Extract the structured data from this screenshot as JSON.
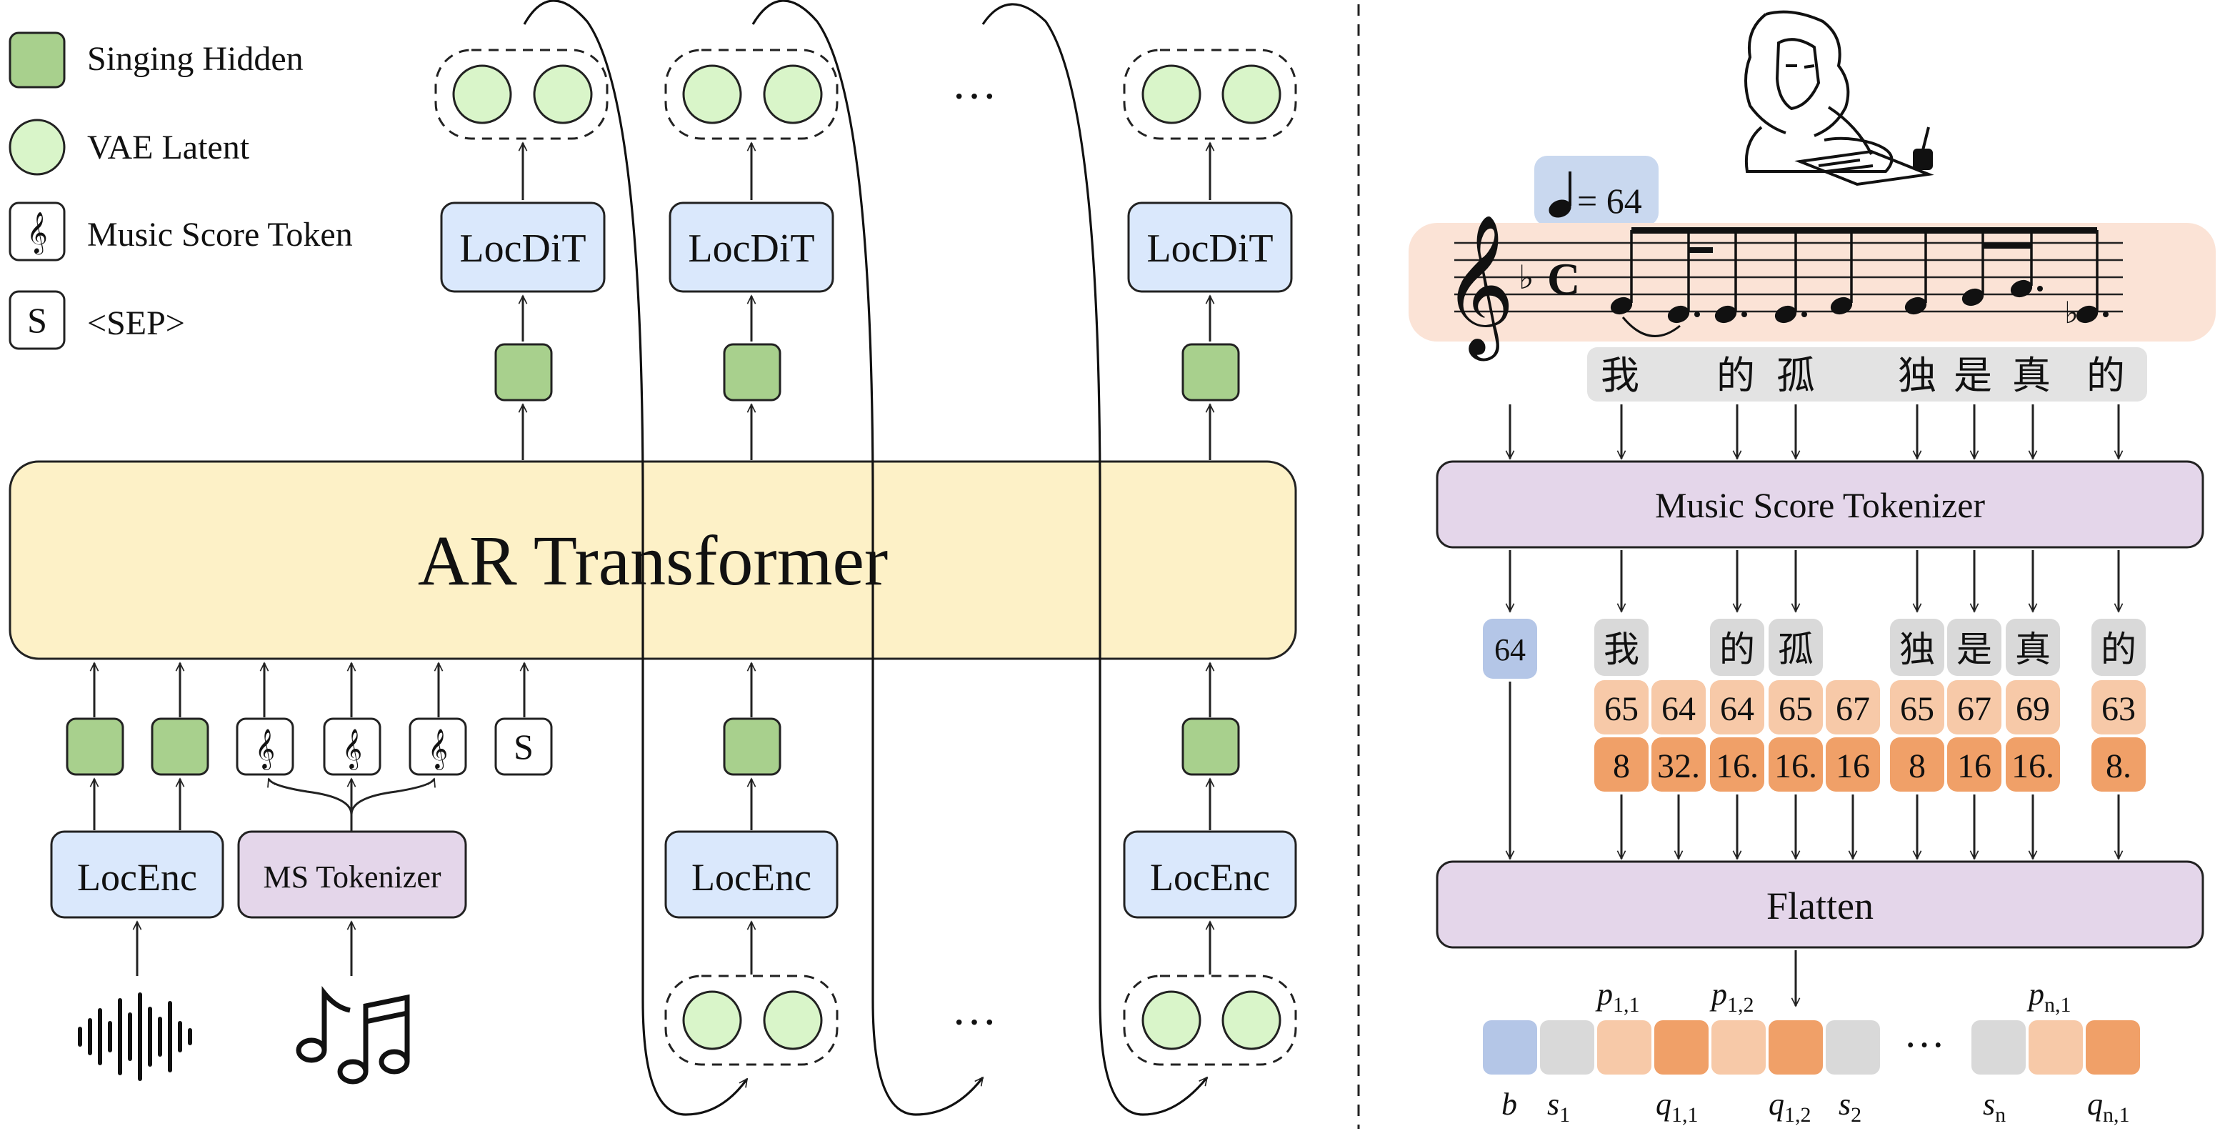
{
  "legend": {
    "singing_hidden": "Singing Hidden",
    "vae_latent": "VAE Latent",
    "music_score_token": "Music Score Token",
    "sep": "<SEP>",
    "sep_symbol": "S",
    "clef_symbol": "𝄞"
  },
  "left": {
    "ar_transformer": "AR Transformer",
    "locdit": "LocDiT",
    "locenc": "LocEnc",
    "ms_tokenizer": "MS Tokenizer",
    "ellipsis": "···"
  },
  "right": {
    "tempo_note": "♩",
    "tempo_text": "= 64",
    "lyrics": [
      "我",
      "的",
      "孤",
      "独",
      "是",
      "真",
      "的"
    ],
    "music_score_tokenizer": "Music Score Tokenizer",
    "tempo_token": "64",
    "groups": [
      {
        "char": "我",
        "pitches": [
          "65",
          "64"
        ],
        "durations": [
          "8",
          "32."
        ]
      },
      {
        "char": "的",
        "pitches": [
          "64"
        ],
        "durations": [
          "16."
        ]
      },
      {
        "char": "孤",
        "pitches": [
          "65",
          "67"
        ],
        "durations": [
          "16.",
          "16"
        ]
      },
      {
        "char": "独",
        "pitches": [
          "65"
        ],
        "durations": [
          "8"
        ]
      },
      {
        "char": "是",
        "pitches": [
          "67"
        ],
        "durations": [
          "16"
        ]
      },
      {
        "char": "真",
        "pitches": [
          "69"
        ],
        "durations": [
          "16."
        ]
      },
      {
        "char": "的",
        "pitches": [
          "63"
        ],
        "durations": [
          "8."
        ]
      }
    ],
    "flatten": "Flatten",
    "seq_ellipsis": "···",
    "seq_labels": {
      "b": "b",
      "s1": "s",
      "s1_sub": "1",
      "p11": "p",
      "p11_sub": "1,1",
      "q11": "q",
      "q11_sub": "1,1",
      "p12": "p",
      "p12_sub": "1,2",
      "q12": "q",
      "q12_sub": "1,2",
      "s2": "s",
      "s2_sub": "2",
      "sn": "s",
      "sn_sub": "n",
      "pn1": "p",
      "pn1_sub": "n,1",
      "qn1": "q",
      "qn1_sub": "n,1"
    }
  },
  "colors": {
    "locdit_fill": "#dae8fc",
    "tokenizer_fill": "#e4d6ea",
    "ar_fill": "#fdf1c7",
    "singing_hidden": "#a8d08d",
    "vae_latent": "#d9f5c9",
    "pitch_light": "#f7c9a8",
    "duration_dark": "#f0a068",
    "score_band": "#fbe3d6"
  }
}
